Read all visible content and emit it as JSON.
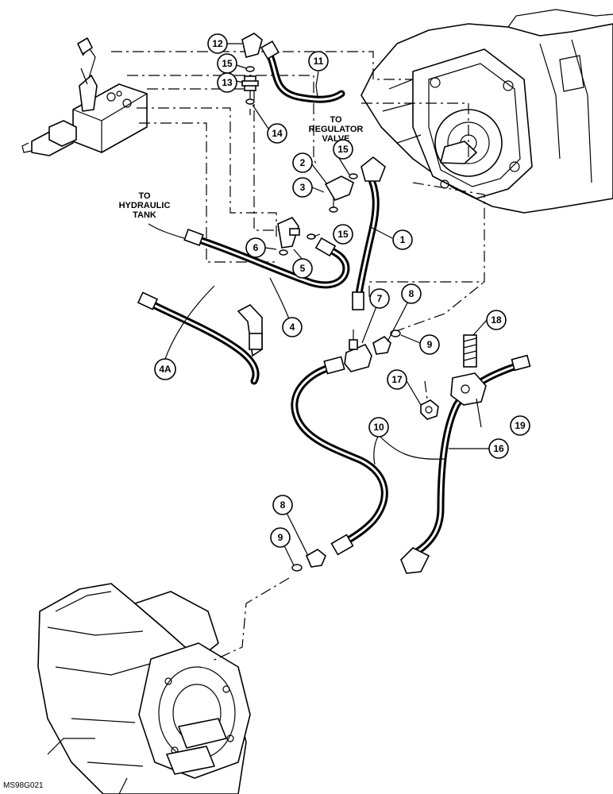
{
  "notes": {
    "regulator": [
      "TO",
      "REGULATOR",
      "VALVE"
    ],
    "tank": [
      "TO",
      "HYDRAULIC",
      "TANK"
    ]
  },
  "callouts": {
    "c1": "1",
    "c2": "2",
    "c3": "3",
    "c4": "4",
    "c4a": "4A",
    "c5": "5",
    "c6": "6",
    "c7": "7",
    "c8a": "8",
    "c8b": "8",
    "c9a": "9",
    "c9b": "9",
    "c10": "10",
    "c11": "11",
    "c12": "12",
    "c13": "13",
    "c14": "14",
    "c15a": "15",
    "c15b": "15",
    "c15c": "15",
    "c16": "16",
    "c17": "17",
    "c18": "18",
    "c19": "19"
  },
  "figure_code": "MS98G021"
}
